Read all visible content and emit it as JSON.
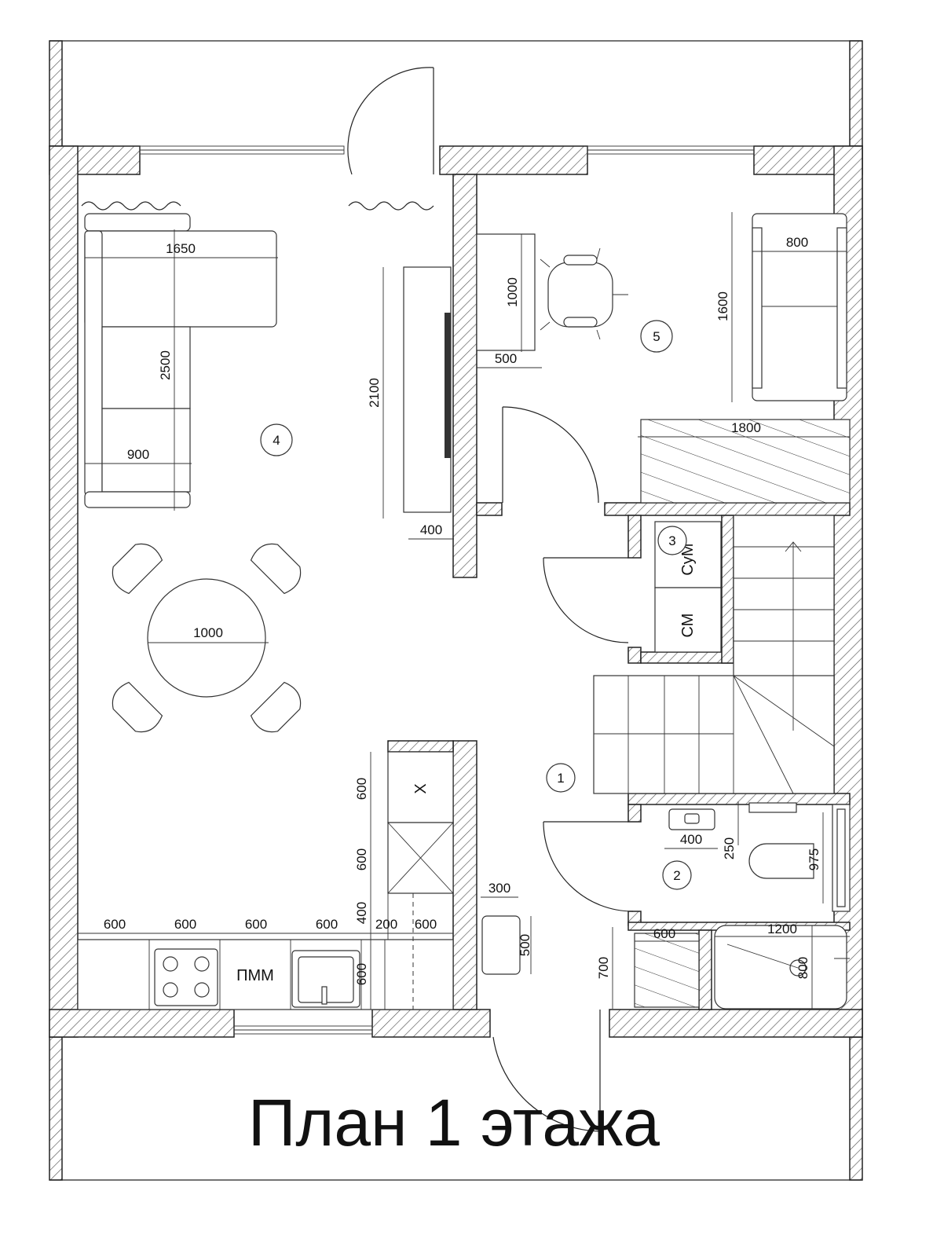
{
  "title": "План 1 этажа",
  "rooms": [
    "1",
    "2",
    "3",
    "4",
    "5"
  ],
  "appliance_labels": {
    "fridge": "X",
    "dishwasher": "ПММ",
    "dryer": "СуМ",
    "washer": "СМ"
  },
  "dimensions": {
    "sofa_length": "1650",
    "sofa_depth": "2500",
    "sofa_width": "900",
    "tv_wall": "2100",
    "tv_depth": "400",
    "table_diameter": "1000",
    "desk_length": "1000",
    "desk_depth": "500",
    "bed_width": "800",
    "bed_length": "1600",
    "wardrobe": "1800",
    "kitchen_1": "600",
    "kitchen_2": "600",
    "kitchen_3": "600",
    "kitchen_4": "600",
    "kitchen_5": "200",
    "kitchen_6": "600",
    "kitchen_v1": "600",
    "kitchen_v2": "600",
    "kitchen_v3": "400",
    "kitchen_depth": "600",
    "bench_width": "300",
    "bench_length": "500",
    "wc_sink": "400",
    "wc_gap": "250",
    "wc_toilet": "975",
    "shower_width": "600",
    "shower_depth": "700",
    "bath_length": "1200",
    "bath_width": "800"
  }
}
